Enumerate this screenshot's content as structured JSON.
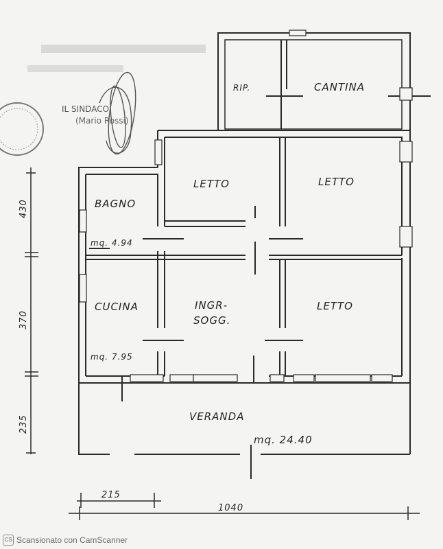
{
  "rooms": {
    "rip": "RIP.",
    "cantina": "CANTINA",
    "letto_1": "LETTO",
    "letto_2": "LETTO",
    "letto_3": "LETTO",
    "bagno": "BAGNO",
    "cucina": "CUCINA",
    "ingr_line1": "INGR-",
    "ingr_line2": "SOGG.",
    "veranda": "VERANDA"
  },
  "areas": {
    "bagno": "mq. 4.94",
    "cucina": "mq. 7.95",
    "veranda": "mq. 24.40"
  },
  "dimensions": {
    "d1": "430",
    "d2": "370",
    "d3": "235",
    "scale": "215",
    "total": "1040"
  },
  "stamp": {
    "line1": "IL SINDACO",
    "line2": "(Mario Rossi)"
  },
  "footer": {
    "logo": "CS",
    "text": "Scansionato con CamScanner"
  },
  "colors": {
    "ink": "#2a2a2a",
    "paper": "#f4f4f2"
  }
}
